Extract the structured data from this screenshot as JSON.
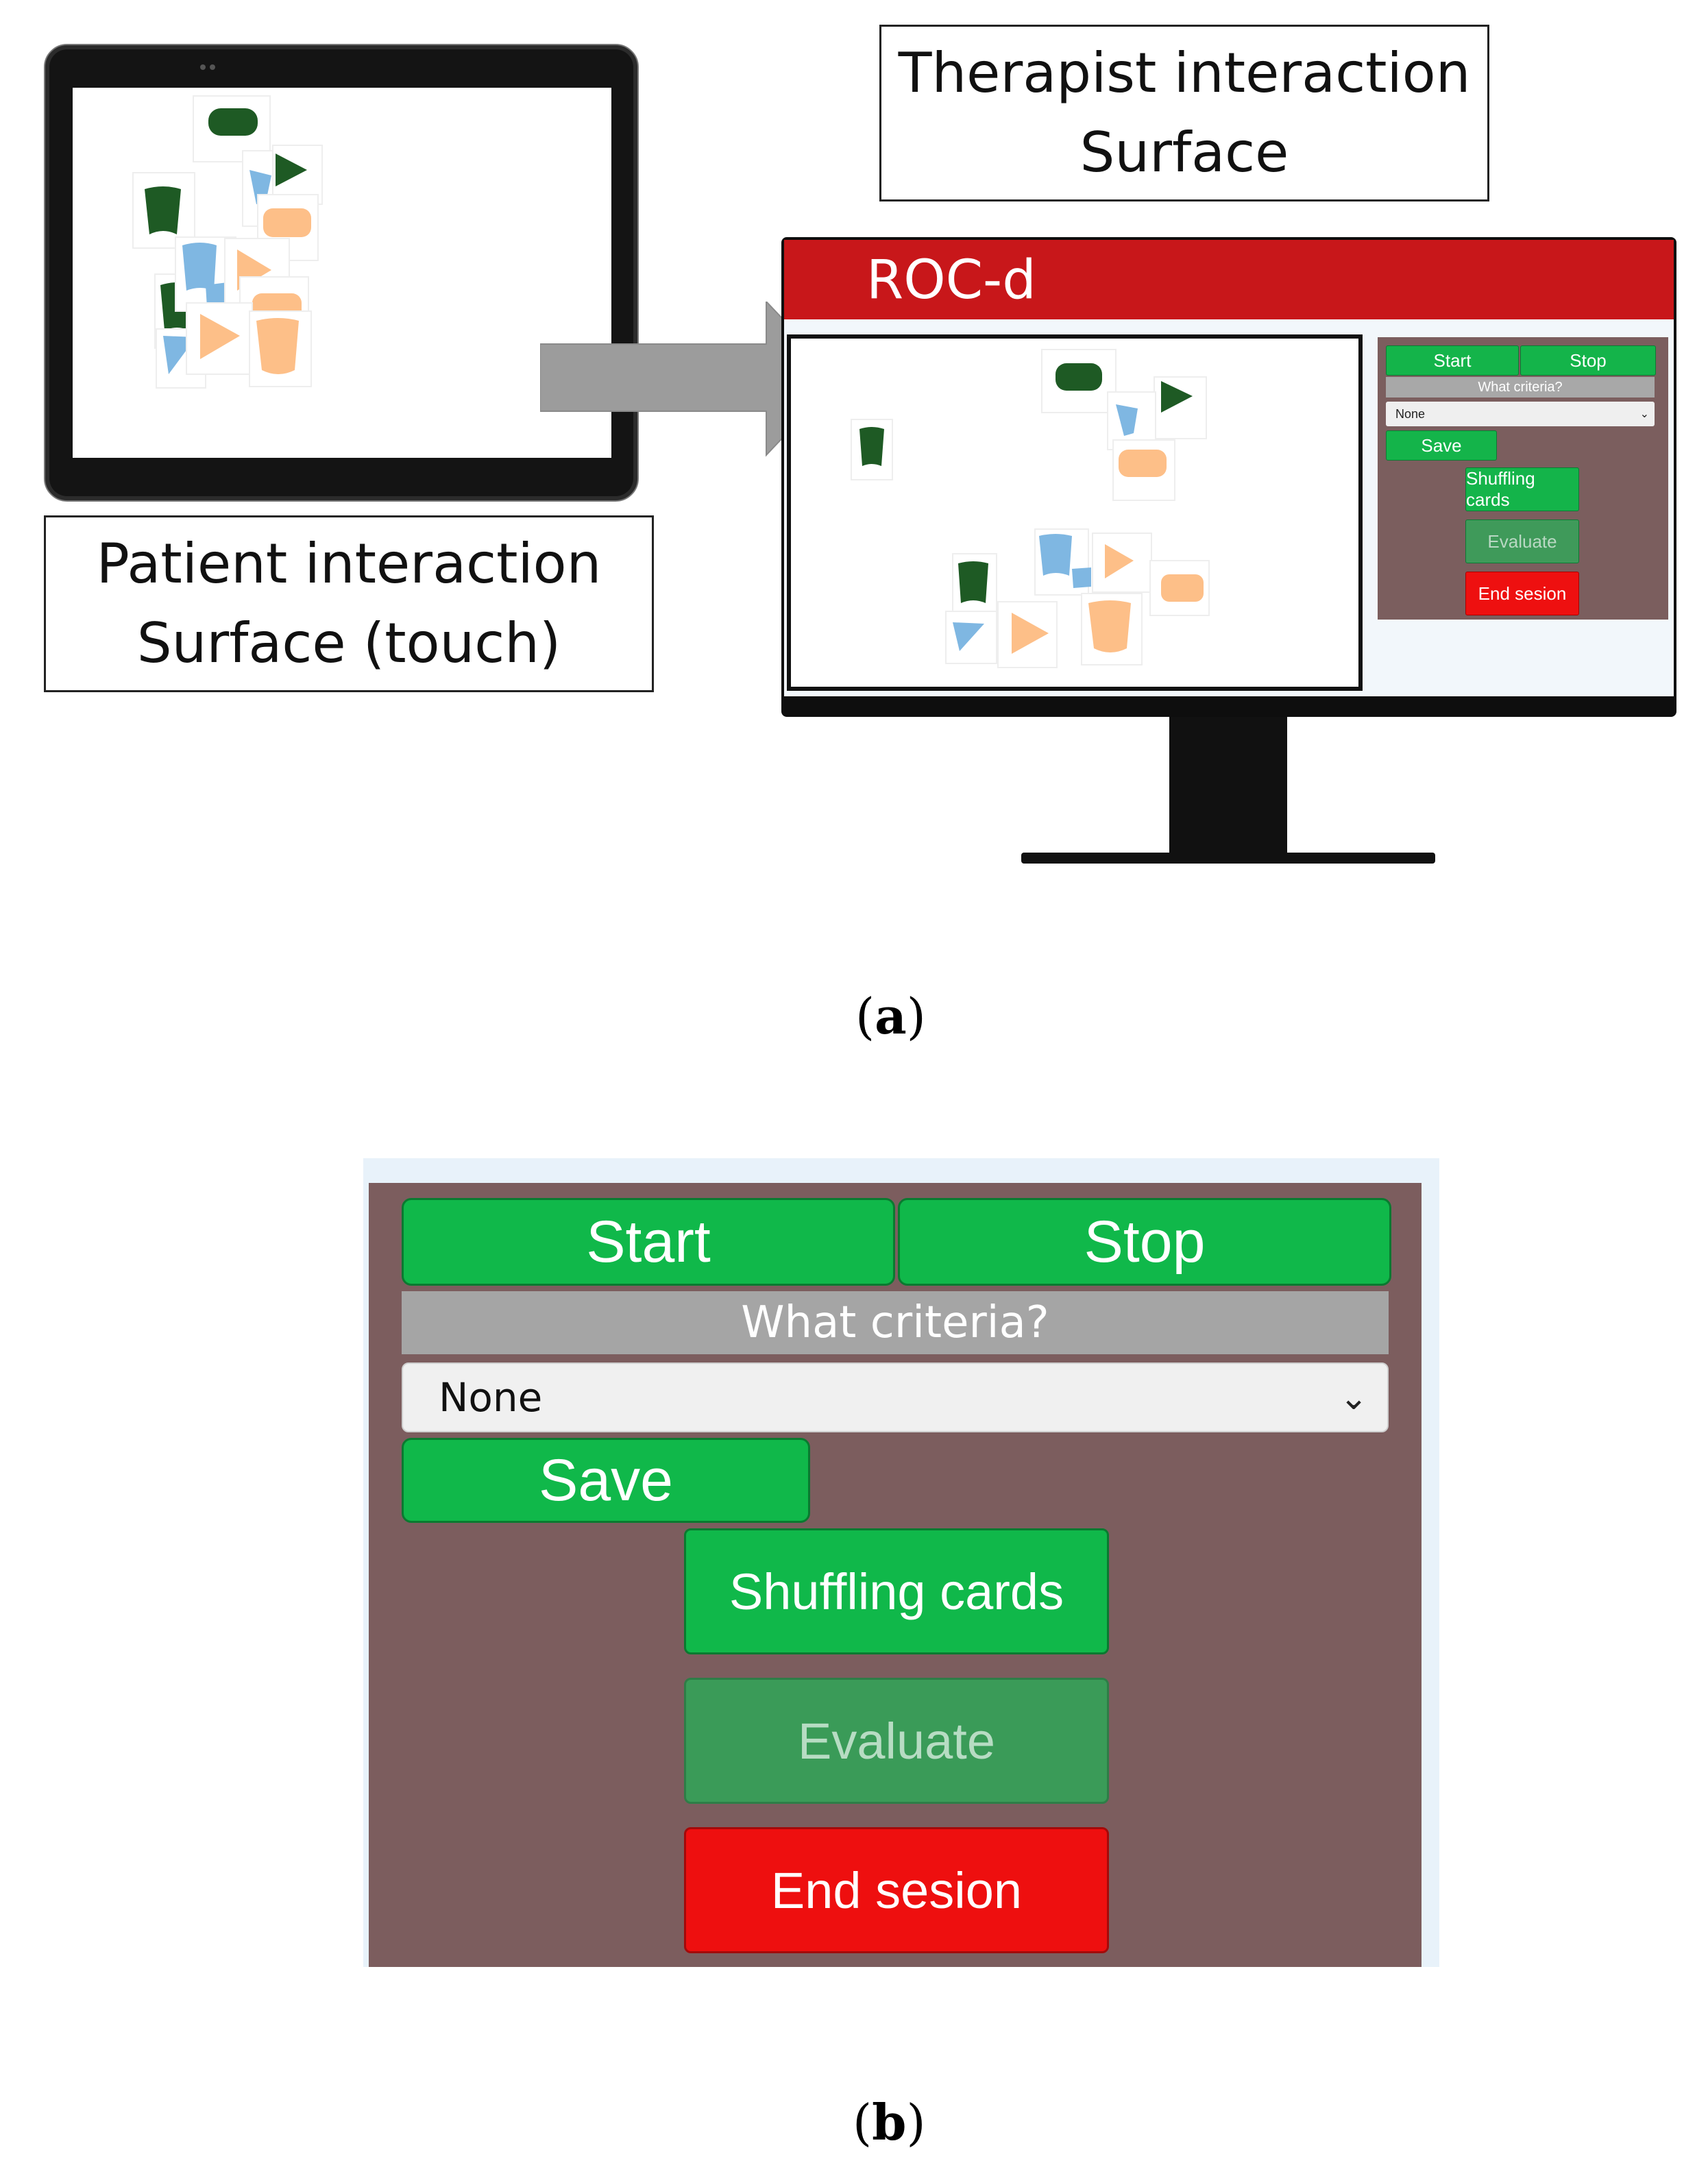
{
  "panel_a": {
    "patient_label_line1": "Patient interaction",
    "patient_label_line2": "Surface (touch)",
    "therapist_label_line1": "Therapist interaction",
    "therapist_label_line2": "Surface",
    "app_title": "ROC-d",
    "mini_controls": {
      "start": "Start",
      "stop": "Stop",
      "criteria": "What criteria?",
      "select_value": "None",
      "save": "Save",
      "shuffle": "Shuffling cards",
      "evaluate": "Evaluate",
      "end": "End sesion"
    },
    "caption": "a"
  },
  "panel_b": {
    "start": "Start",
    "stop": "Stop",
    "criteria": "What criteria?",
    "select_value": "None",
    "save": "Save",
    "shuffle": "Shuffling cards",
    "evaluate": "Evaluate",
    "end": "End sesion",
    "caption": "b"
  },
  "colors": {
    "brand_red": "#c8171a",
    "button_green": "#10b84a",
    "evaluate_green_disabled": "#3a9b58",
    "end_red": "#ee0f0f",
    "panel_bg": "#7c5d5e",
    "card_dark_green": "#1e5a24",
    "card_light_blue": "#7fb7e2",
    "card_peach": "#fdbf88"
  }
}
